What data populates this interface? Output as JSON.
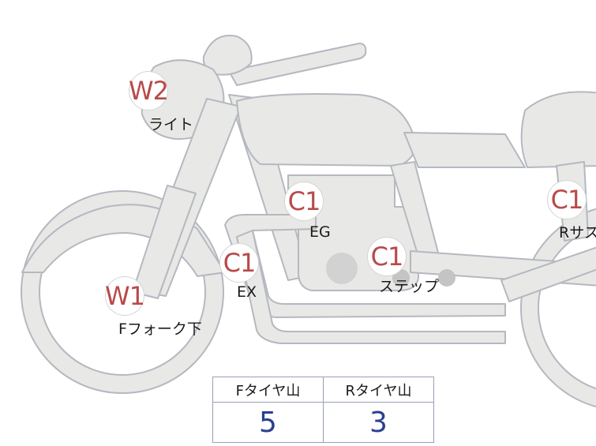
{
  "markers": [
    {
      "id": "light",
      "code": "W2",
      "label": "ライト"
    },
    {
      "id": "engine",
      "code": "C1",
      "label": "EG"
    },
    {
      "id": "exhaust",
      "code": "C1",
      "label": "EX"
    },
    {
      "id": "step",
      "code": "C1",
      "label": "ステップ"
    },
    {
      "id": "front-fork",
      "code": "W1",
      "label": "Fフォーク下"
    },
    {
      "id": "rear-suspension",
      "code": "C1",
      "label": "Rサス"
    }
  ],
  "tire_table": {
    "front_header": "Fタイヤ山",
    "rear_header": "Rタイヤ山",
    "front_value": "5",
    "rear_value": "3"
  },
  "colors": {
    "body_fill": "#e8e8e6",
    "outline": "#b5b8c0",
    "marker_text": "#b84a4a",
    "table_value": "#2a3f8f"
  }
}
